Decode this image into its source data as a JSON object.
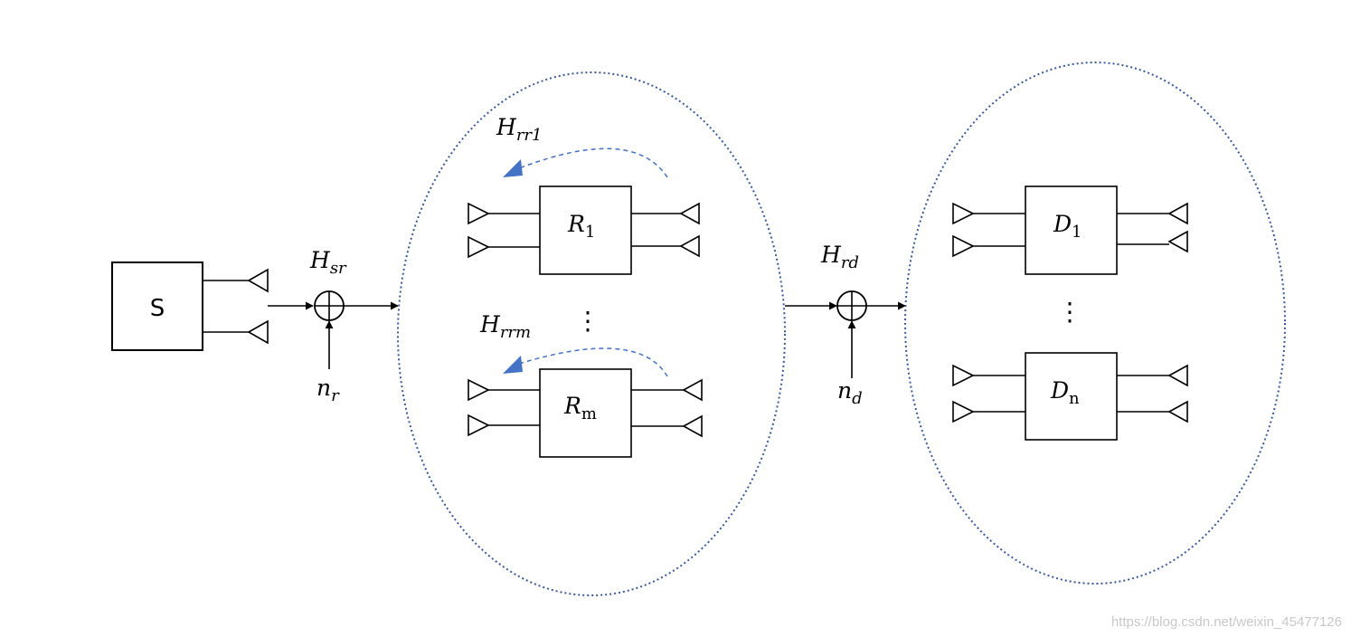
{
  "source": {
    "label": "S"
  },
  "links": {
    "source_relay": {
      "channel_base": "H",
      "channel_sub": "sr",
      "noise_base": "n",
      "noise_sub": "r"
    },
    "relay_dest": {
      "channel_base": "H",
      "channel_sub": "rd",
      "noise_base": "n",
      "noise_sub": "d"
    }
  },
  "relays": {
    "first": {
      "label_base": "R",
      "label_sub": "1",
      "loop_base": "H",
      "loop_sub": "rr1"
    },
    "last": {
      "label_base": "R",
      "label_sub": "m",
      "loop_base": "H",
      "loop_sub": "rrm"
    },
    "ellipsis": "⋮"
  },
  "destinations": {
    "first": {
      "label_base": "D",
      "label_sub": "1"
    },
    "last": {
      "label_base": "D",
      "label_sub": "n"
    },
    "ellipsis": "⋮"
  },
  "colors": {
    "ellipse_border": "#3a5a9a",
    "loop_arrow": "#4472c4",
    "line": "#000000"
  },
  "watermark": "https://blog.csdn.net/weixin_45477126"
}
